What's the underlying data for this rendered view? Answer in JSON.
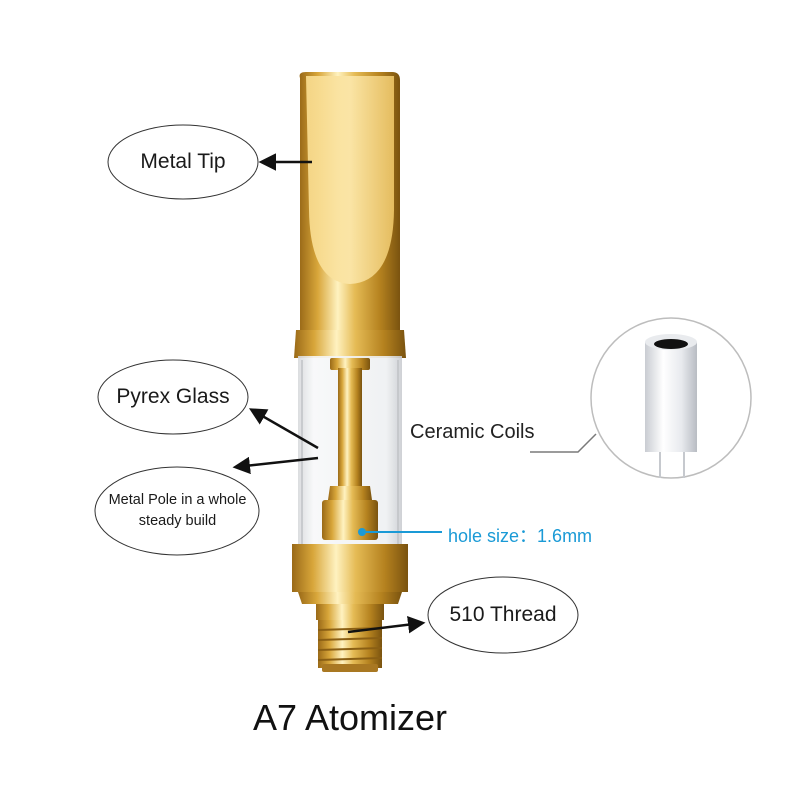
{
  "diagram": {
    "title": "A7 Atomizer",
    "labels": {
      "metal_tip": "Metal Tip",
      "pyrex_glass": "Pyrex Glass",
      "metal_pole": "Metal Pole in a whole steady build",
      "ceramic_coils": "Ceramic Coils",
      "hole_size": "hole size：1.6mm",
      "thread": "510 Thread"
    },
    "colors": {
      "gold": "#d4a436",
      "gold_light": "#f4dc8e",
      "gold_dark": "#8a5f14",
      "accent_blue": "#1a9ad6",
      "arrow": "#111111"
    }
  }
}
